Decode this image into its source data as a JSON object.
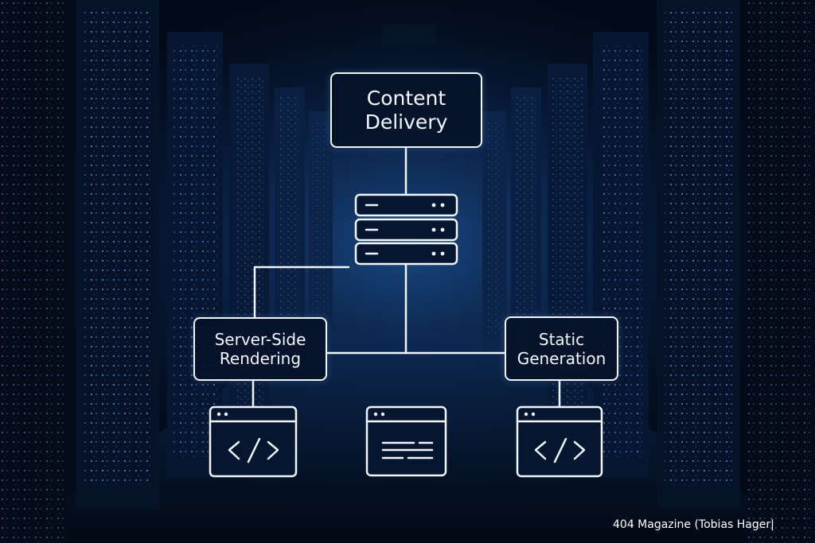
{
  "diagram": {
    "top_node": {
      "line1": "Content",
      "line2": "Delivery"
    },
    "left_node": {
      "line1": "Server-Side",
      "line2": "Rendering"
    },
    "right_node": {
      "line1": "Static",
      "line2": "Generation"
    },
    "icons": [
      "server-stack-icon",
      "code-window-icon",
      "text-window-icon",
      "code-window-icon"
    ]
  },
  "credit": "404 Magazine (Tobias Hager|",
  "colors": {
    "background": "#030a18",
    "line": "#f2f6ff",
    "accent_light": "#5aa0ff"
  }
}
